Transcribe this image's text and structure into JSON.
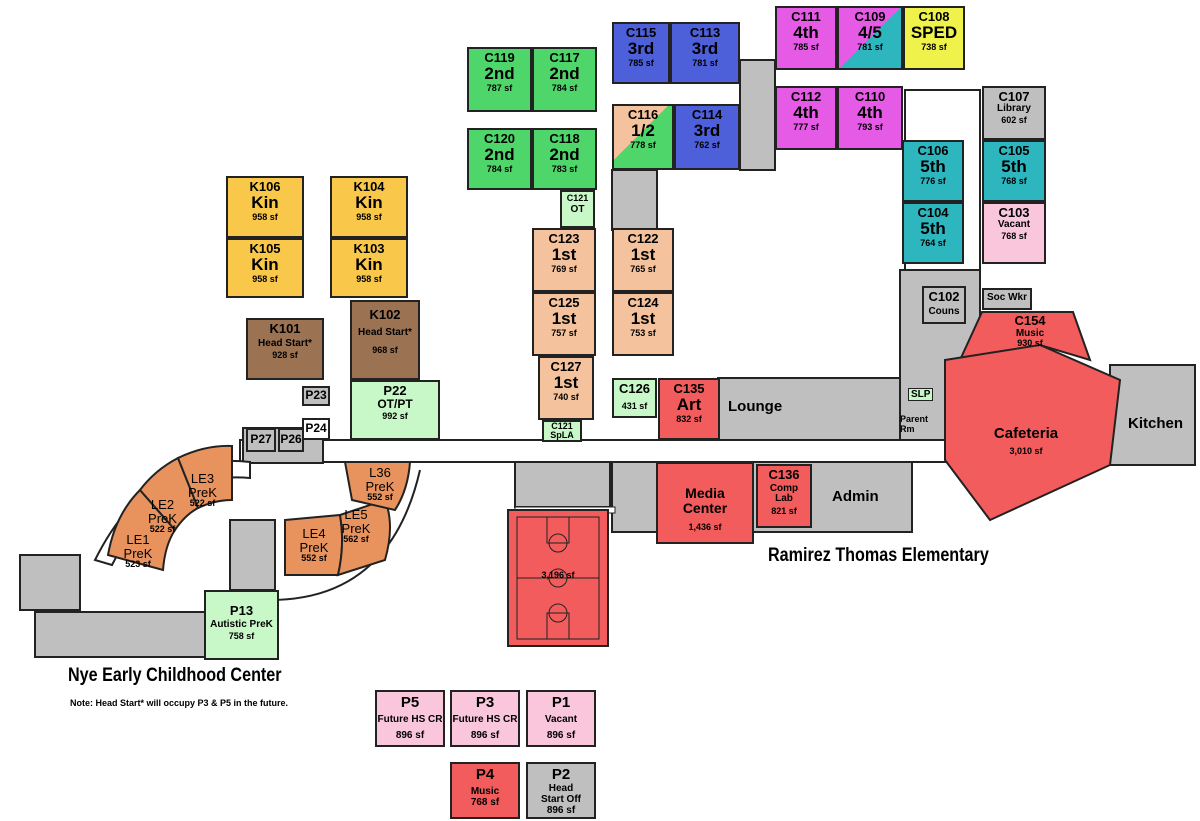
{
  "colors": {
    "k_yellow": "#f9c84a",
    "k_brown": "#9c7352",
    "green_2nd": "#4fd66a",
    "blue_3rd": "#4d5fd9",
    "magenta_4th": "#e55be6",
    "teal_5th": "#2eb6be",
    "peach_1st": "#f4c39d",
    "light_green": "#c8f7c8",
    "pink": "#f9c6dc",
    "red": "#f25c5c",
    "yellow_sped": "#eef24a",
    "orange_prek": "#e8935e",
    "gray": "#bfbfbf"
  },
  "titles": {
    "ramirez": "Ramirez Thomas Elementary",
    "nye": "Nye Early Childhood Center",
    "note": "Note: Head Start* will occupy P3 & P5 in the future."
  },
  "labels": {
    "lounge": "Lounge",
    "admin": "Admin",
    "kitchen": "Kitchen",
    "slp": "SLP",
    "parent_rm": "Parent Rm",
    "p23": "P23",
    "p24": "P24",
    "p26": "P26",
    "p27": "P27"
  },
  "rooms": {
    "c115": {
      "id": "C115",
      "use": "3rd",
      "sf": "785 sf"
    },
    "c113": {
      "id": "C113",
      "use": "3rd",
      "sf": "781 sf"
    },
    "c111": {
      "id": "C111",
      "use": "4th",
      "sf": "785 sf"
    },
    "c109": {
      "id": "C109",
      "use": "4/5",
      "sf": "781 sf"
    },
    "c108": {
      "id": "C108",
      "use": "SPED",
      "sf": "738 sf"
    },
    "c119": {
      "id": "C119",
      "use": "2nd",
      "sf": "787 sf"
    },
    "c117": {
      "id": "C117",
      "use": "2nd",
      "sf": "784 sf"
    },
    "c120": {
      "id": "C120",
      "use": "2nd",
      "sf": "784 sf"
    },
    "c118": {
      "id": "C118",
      "use": "2nd",
      "sf": "783 sf"
    },
    "c116": {
      "id": "C116",
      "use": "1/2",
      "sf": "778 sf"
    },
    "c114": {
      "id": "C114",
      "use": "3rd",
      "sf": "762 sf"
    },
    "c112": {
      "id": "C112",
      "use": "4th",
      "sf": "777 sf"
    },
    "c110": {
      "id": "C110",
      "use": "4th",
      "sf": "793 sf"
    },
    "c107": {
      "id": "C107",
      "use": "Library",
      "sf": "602 sf"
    },
    "c106": {
      "id": "C106",
      "use": "5th",
      "sf": "776 sf"
    },
    "c105": {
      "id": "C105",
      "use": "5th",
      "sf": "768 sf"
    },
    "c104": {
      "id": "C104",
      "use": "5th",
      "sf": "764 sf"
    },
    "c103": {
      "id": "C103",
      "use": "Vacant",
      "sf": "768 sf"
    },
    "c102": {
      "id": "C102",
      "use": "Couns"
    },
    "socwkr": {
      "use": "Soc Wkr"
    },
    "c121ot": {
      "id": "C121",
      "use": "OT"
    },
    "c123": {
      "id": "C123",
      "use": "1st",
      "sf": "769 sf"
    },
    "c122": {
      "id": "C122",
      "use": "1st",
      "sf": "765 sf"
    },
    "c125": {
      "id": "C125",
      "use": "1st",
      "sf": "757 sf"
    },
    "c124": {
      "id": "C124",
      "use": "1st",
      "sf": "753 sf"
    },
    "c127": {
      "id": "C127",
      "use": "1st",
      "sf": "740 sf"
    },
    "c121spla": {
      "id": "C121",
      "use": "SpLA"
    },
    "c126": {
      "id": "C126",
      "sf": "431 sf"
    },
    "c135": {
      "id": "C135",
      "use": "Art",
      "sf": "832 sf"
    },
    "c154": {
      "id": "C154",
      "use": "Music",
      "sf": "930 sf"
    },
    "cafeteria": {
      "use": "Cafeteria",
      "sf": "3,010 sf"
    },
    "media": {
      "use": "Media Center",
      "sf": "1,436 sf"
    },
    "c136": {
      "id": "C136",
      "use": "Comp Lab",
      "sf": "821 sf"
    },
    "gym": {
      "sf": "3,196 sf"
    },
    "k106": {
      "id": "K106",
      "use": "Kin",
      "sf": "958 sf"
    },
    "k104": {
      "id": "K104",
      "use": "Kin",
      "sf": "958 sf"
    },
    "k105": {
      "id": "K105",
      "use": "Kin",
      "sf": "958 sf"
    },
    "k103": {
      "id": "K103",
      "use": "Kin",
      "sf": "958 sf"
    },
    "k101": {
      "id": "K101",
      "use": "Head Start*",
      "sf": "928 sf"
    },
    "k102": {
      "id": "K102",
      "use": "Head Start*",
      "sf": "968 sf"
    },
    "p22": {
      "id": "P22",
      "use": "OT/PT",
      "sf": "992 sf"
    },
    "le1": {
      "id": "LE1",
      "use": "PreK",
      "sf": "523 sf"
    },
    "le2": {
      "id": "LE2",
      "use": "PreK",
      "sf": "522 sf"
    },
    "le3": {
      "id": "LE3",
      "use": "PreK",
      "sf": "522 sf"
    },
    "le4": {
      "id": "LE4",
      "use": "PreK",
      "sf": "552 sf"
    },
    "le5": {
      "id": "LE5",
      "use": "PreK",
      "sf": "562 sf"
    },
    "l36": {
      "id": "L36",
      "use": "PreK",
      "sf": "552 sf"
    },
    "p13": {
      "id": "P13",
      "use": "Autistic PreK",
      "sf": "758 sf"
    }
  },
  "portables": {
    "p5": {
      "id": "P5",
      "use": "Future HS CR",
      "sf": "896 sf"
    },
    "p3": {
      "id": "P3",
      "use": "Future HS CR",
      "sf": "896 sf"
    },
    "p1": {
      "id": "P1",
      "use": "Vacant",
      "sf": "896 sf"
    },
    "p4": {
      "id": "P4",
      "use": "Music",
      "sf": "768 sf"
    },
    "p2": {
      "id": "P2",
      "use": "Head Start Off",
      "sf": "896 sf"
    }
  }
}
